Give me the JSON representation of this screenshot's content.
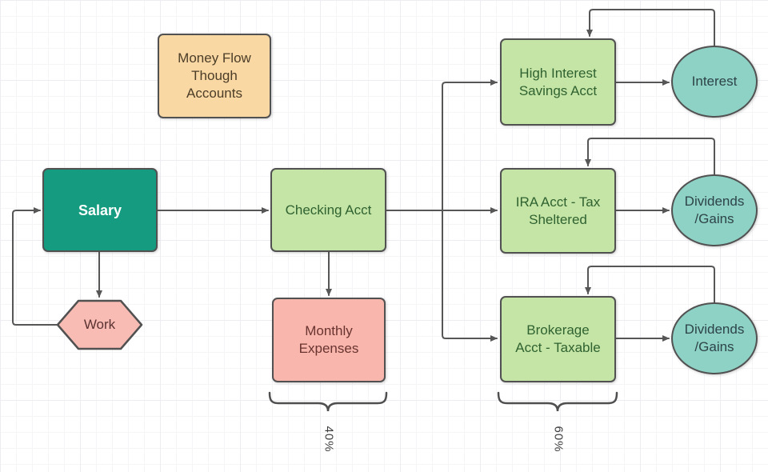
{
  "canvas": {
    "background": "#ffffff",
    "grid_minor_color": "#f5f5f8",
    "grid_major_color": "#ececf1"
  },
  "colors": {
    "connector": "#565656",
    "shape_border": "#515151",
    "note_fill": "#f9d8a3",
    "note_text": "#4c3d28",
    "salary_fill": "#159b7f",
    "salary_text": "#ffffff",
    "work_fill": "#f9bcb4",
    "work_text": "#5a3231",
    "account_fill": "#c5e5a6",
    "account_text": "#2f6230",
    "expense_fill": "#f9b6ad",
    "expense_text": "#693430",
    "ellipse_fill": "#8ed1c5",
    "ellipse_text": "#2d4448"
  },
  "nodes": {
    "note": {
      "lines": [
        "Money Flow",
        "Though",
        "Accounts"
      ]
    },
    "salary": {
      "label": "Salary"
    },
    "work": {
      "label": "Work"
    },
    "checking": {
      "label": "Checking Acct"
    },
    "monthly_expenses": {
      "lines": [
        "Monthly",
        "Expenses"
      ]
    },
    "high_interest_savings": {
      "lines": [
        "High Interest",
        "Savings Acct"
      ]
    },
    "ira": {
      "lines": [
        "IRA Acct - Tax",
        "Sheltered"
      ]
    },
    "brokerage": {
      "lines": [
        "Brokerage",
        "Acct - Taxable"
      ]
    },
    "interest": {
      "label": "Interest"
    },
    "dividends_ira": {
      "lines": [
        "Dividends",
        "/Gains"
      ]
    },
    "dividends_brokerage": {
      "lines": [
        "Dividends",
        "/Gains"
      ]
    }
  },
  "annotations": {
    "checking_outflow_pct": "40%",
    "investment_outflow_pct": "60%"
  },
  "edges": [
    {
      "from": "work",
      "to": "salary"
    },
    {
      "from": "salary",
      "to": "work"
    },
    {
      "from": "salary",
      "to": "checking"
    },
    {
      "from": "checking",
      "to": "monthly_expenses"
    },
    {
      "from": "checking",
      "to": "high_interest_savings"
    },
    {
      "from": "checking",
      "to": "ira"
    },
    {
      "from": "checking",
      "to": "brokerage"
    },
    {
      "from": "high_interest_savings",
      "to": "interest"
    },
    {
      "from": "interest",
      "to": "high_interest_savings"
    },
    {
      "from": "ira",
      "to": "dividends_ira"
    },
    {
      "from": "dividends_ira",
      "to": "ira"
    },
    {
      "from": "brokerage",
      "to": "dividends_brokerage"
    },
    {
      "from": "dividends_brokerage",
      "to": "brokerage"
    }
  ]
}
